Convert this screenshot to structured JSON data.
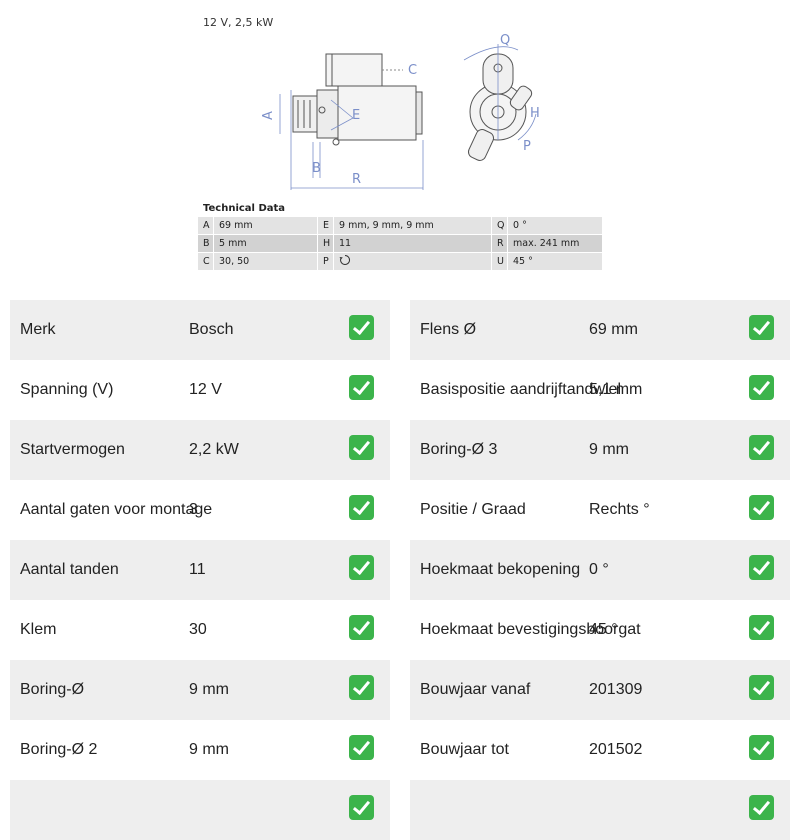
{
  "drawing": {
    "voltage_power": "12 V, 2,5 kW",
    "labels": {
      "A": "A",
      "B": "B",
      "C": "C",
      "E": "E",
      "H": "H",
      "P": "P",
      "Q": "Q",
      "R": "R"
    }
  },
  "technical_data": {
    "title": "Technical Data",
    "rows": [
      {
        "k1": "A",
        "v1": "69 mm",
        "k2": "E",
        "v2": "9 mm, 9 mm, 9 mm",
        "k3": "Q",
        "v3": "0 °"
      },
      {
        "k1": "B",
        "v1": "5 mm",
        "k2": "H",
        "v2": "11",
        "k3": "R",
        "v3": "max. 241 mm"
      },
      {
        "k1": "C",
        "v1": "30, 50",
        "k2": "P",
        "v2": "",
        "k3": "U",
        "v3": "45 °"
      }
    ],
    "p_value_icon": "clockwise-rotation-icon"
  },
  "specs": {
    "left": [
      {
        "label": "Merk",
        "value": "Bosch"
      },
      {
        "label": "Spanning (V)",
        "value": "12 V"
      },
      {
        "label": "Startvermogen",
        "value": "2,2 kW"
      },
      {
        "label": "Aantal gaten voor montage",
        "value": "3"
      },
      {
        "label": "Aantal tanden",
        "value": "11"
      },
      {
        "label": "Klem",
        "value": "30"
      },
      {
        "label": "Boring-Ø",
        "value": "9 mm"
      },
      {
        "label": "Boring-Ø 2",
        "value": "9 mm"
      },
      {
        "label": "",
        "value": ""
      }
    ],
    "right": [
      {
        "label": "Flens Ø",
        "value": "69 mm"
      },
      {
        "label": "Basispositie aandrijftandwiel",
        "value": "5,1 mm"
      },
      {
        "label": "Boring-Ø 3",
        "value": "9 mm"
      },
      {
        "label": "Positie / Graad",
        "value": "Rechts °"
      },
      {
        "label": "Hoekmaat bekopening",
        "value": "0 °"
      },
      {
        "label": "Hoekmaat bevestigingsboorgat",
        "value": "45 °"
      },
      {
        "label": "Bouwjaar vanaf",
        "value": "201309"
      },
      {
        "label": "Bouwjaar tot",
        "value": "201502"
      },
      {
        "label": "",
        "value": ""
      }
    ],
    "check_icon": "check-mark-icon",
    "check_color": "#3cb44b"
  }
}
